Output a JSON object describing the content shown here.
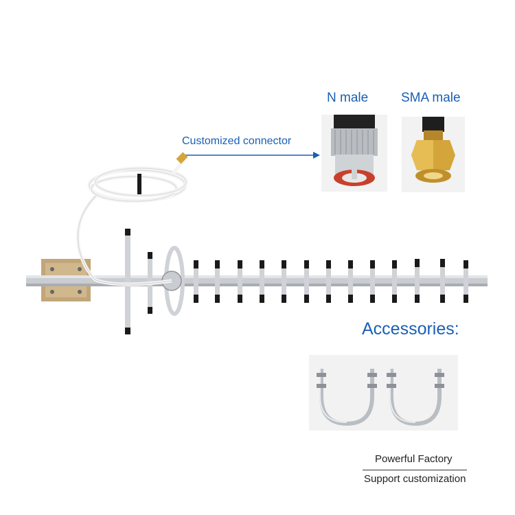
{
  "labels": {
    "n_male": "N male",
    "sma_male": "SMA male",
    "customized_connector": "Customized connector",
    "accessories": "Accessories:",
    "powerful_factory": "Powerful Factory",
    "support_customization": "Support customization"
  },
  "colors": {
    "label_blue": "#1a5fb4",
    "antenna_aluminum": "#c9ccd0",
    "element_tip": "#1a1a1a",
    "cable_white": "#f4f4f4",
    "brass_gold": "#d4a53a"
  },
  "antenna": {
    "director_elements_count": 13
  }
}
